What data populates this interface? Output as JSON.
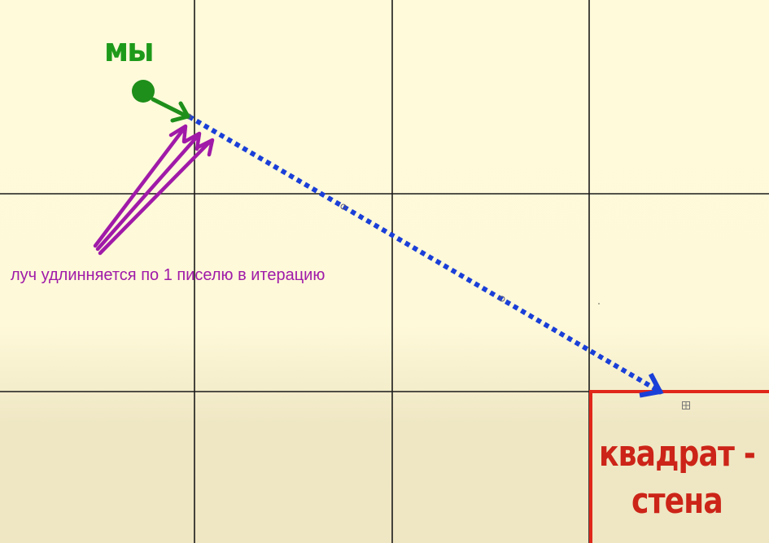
{
  "labels": {
    "we": "мы",
    "caption": "луч удлинняется по 1 писелю в итерацию",
    "wall_line1": "квадрат -",
    "wall_line2": "стена"
  },
  "colors": {
    "background": "#fdf8d8",
    "grid": "#1a1a1a",
    "player": "#1e8f1a",
    "ray": "#1a3fd8",
    "annotation": "#a01aa8",
    "wall": "#e0271a",
    "wall_text": "#cc2418"
  },
  "icons": {
    "player": "green-circle",
    "direction": "green-arrow",
    "ray_end": "blue-arrowhead",
    "pointers": "magenta-arrows",
    "handle": "move-handle-icon"
  }
}
